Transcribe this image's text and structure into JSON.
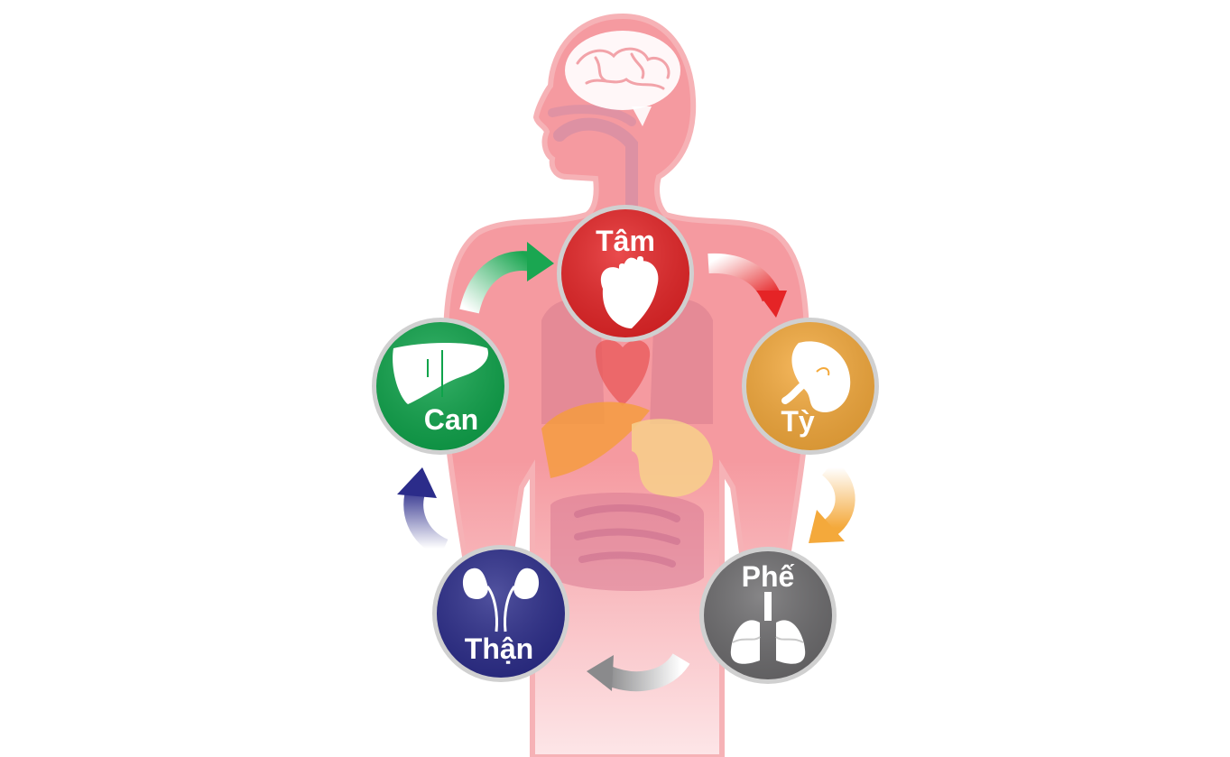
{
  "diagram": {
    "organs": [
      {
        "id": "tam",
        "label": "Tâm",
        "color": "#e52426",
        "icon": "heart-icon"
      },
      {
        "id": "ty",
        "label": "Tỳ",
        "color": "#f4a93b",
        "icon": "spleen-icon"
      },
      {
        "id": "phe",
        "label": "Phế",
        "color": "#6c6b6d",
        "icon": "lungs-icon"
      },
      {
        "id": "than",
        "label": "Thận",
        "color": "#2b2c8a",
        "icon": "kidneys-icon"
      },
      {
        "id": "can",
        "label": "Can",
        "color": "#0ea34a",
        "icon": "liver-icon"
      }
    ],
    "cycle_arrows": [
      {
        "from": "can",
        "to": "tam",
        "color": "#1aa651"
      },
      {
        "from": "tam",
        "to": "ty",
        "color": "#e52426"
      },
      {
        "from": "ty",
        "to": "phe",
        "color": "#f4a93b"
      },
      {
        "from": "phe",
        "to": "than",
        "color": "#8a8a8c"
      },
      {
        "from": "than",
        "to": "can",
        "color": "#2b2c8a"
      }
    ],
    "body_color": "#f28f96"
  }
}
